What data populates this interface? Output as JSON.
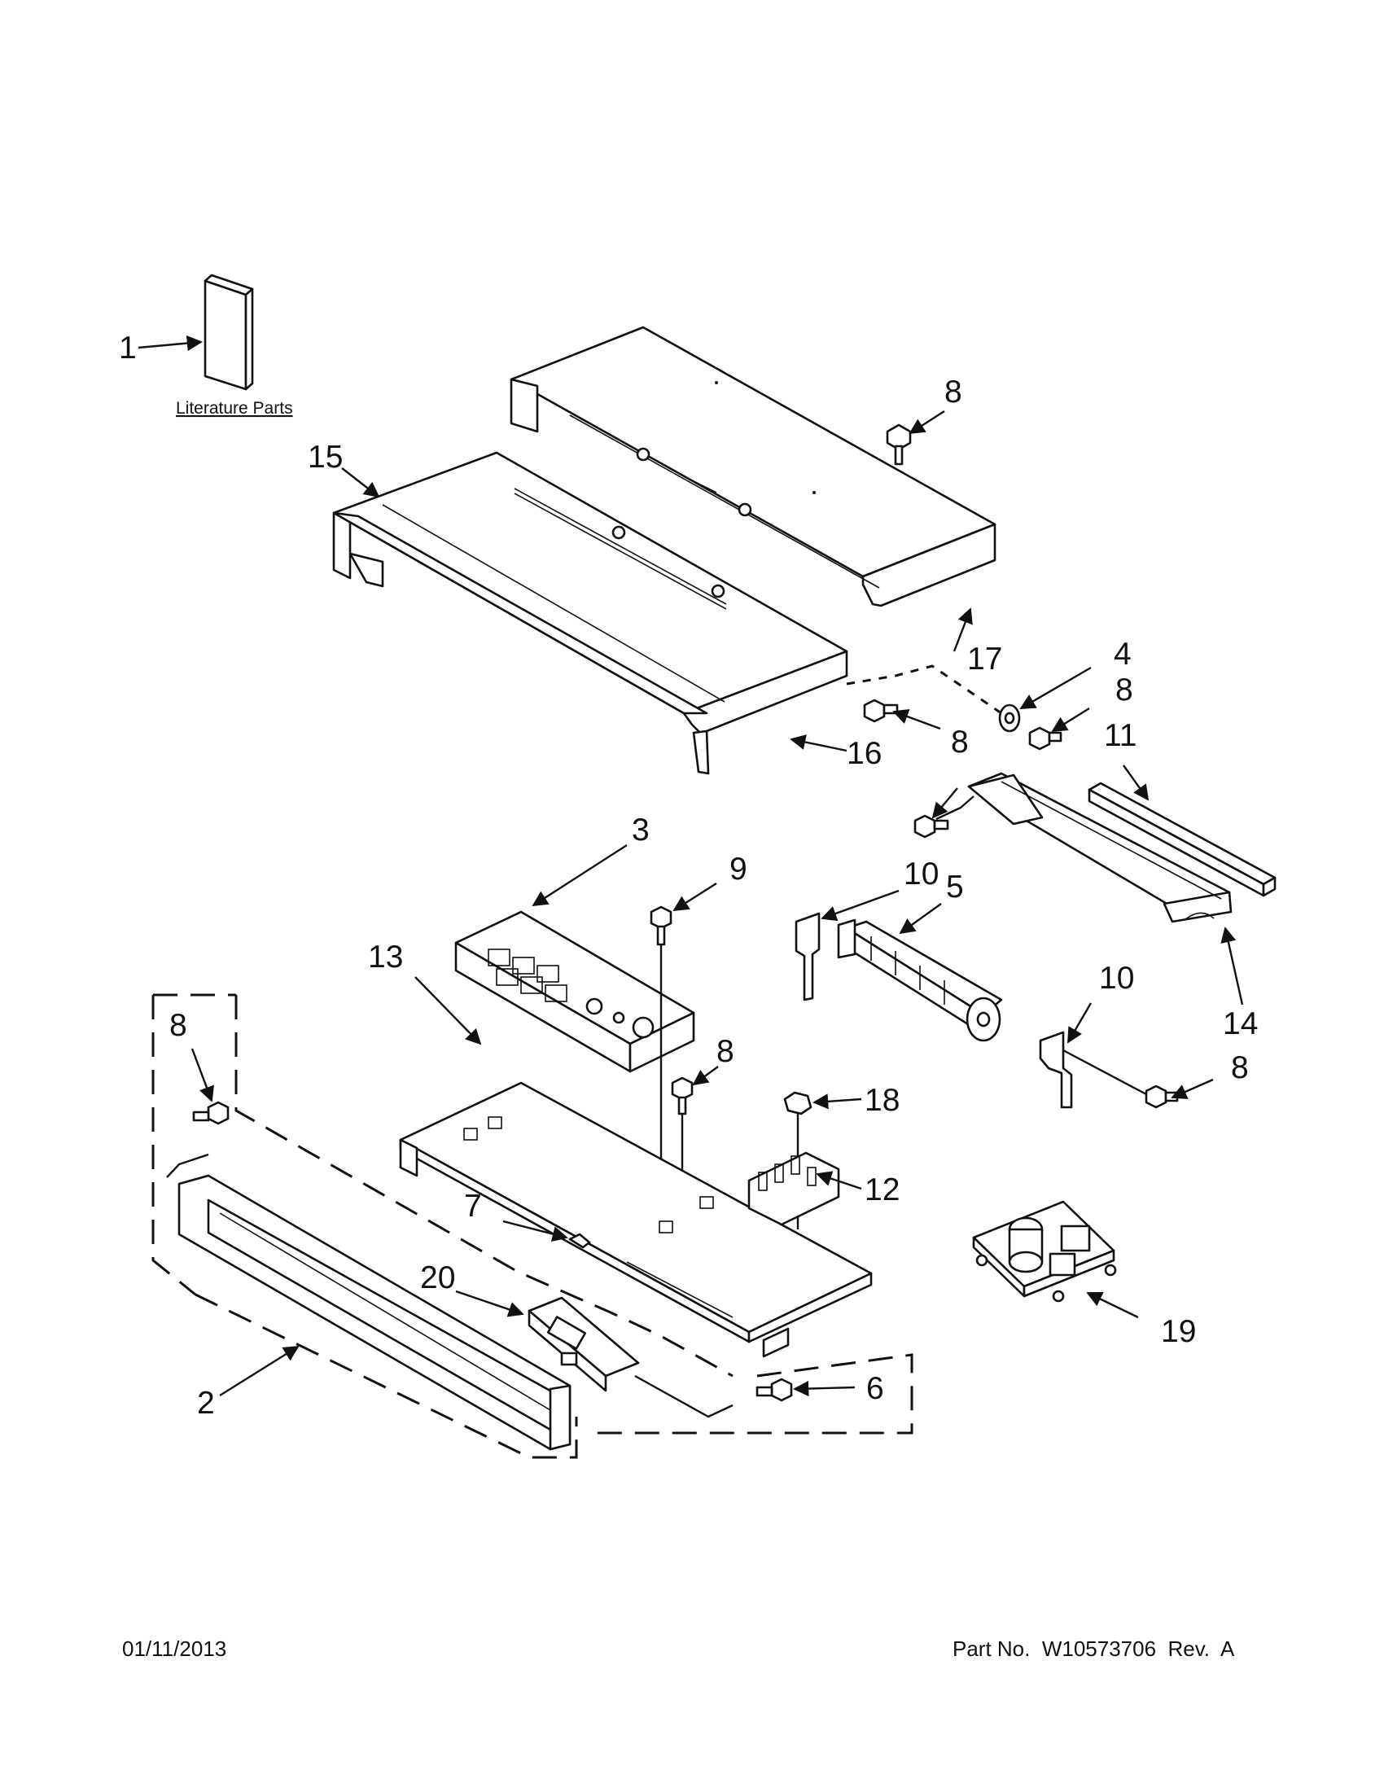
{
  "callouts": {
    "c1": "1",
    "c2": "2",
    "c3": "3",
    "c4": "4",
    "c5": "5",
    "c6": "6",
    "c7": "7",
    "c8a": "8",
    "c8b": "8",
    "c8c": "8",
    "c8d": "8",
    "c8e": "8",
    "c8f": "8",
    "c9": "9",
    "c10a": "10",
    "c10b": "10",
    "c11": "11",
    "c12": "12",
    "c13": "13",
    "c14": "14",
    "c15": "15",
    "c16": "16",
    "c17": "17",
    "c18": "18",
    "c19": "19",
    "c20": "20"
  },
  "literature_label": "Literature Parts",
  "footer": {
    "date": "01/11/2013",
    "part_number": "Part No.  W10573706  Rev.  A"
  }
}
